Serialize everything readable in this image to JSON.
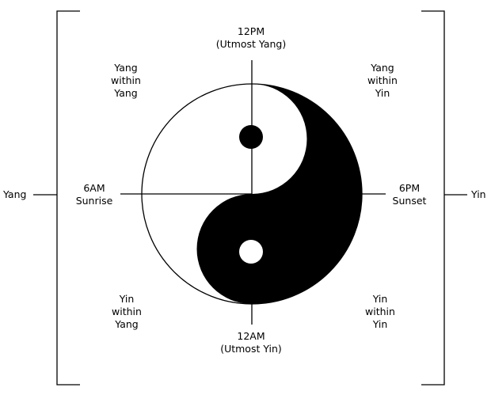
{
  "side_labels": {
    "left": "Yang",
    "right": "Yin"
  },
  "cardinal": {
    "top": {
      "line1": "12PM",
      "line2": "(Utmost Yang)"
    },
    "bottom": {
      "line1": "12AM",
      "line2": "(Utmost Yin)"
    },
    "left": {
      "line1": "6AM",
      "line2": "Sunrise"
    },
    "right": {
      "line1": "6PM",
      "line2": "Sunset"
    }
  },
  "quadrants": {
    "top_left": {
      "line1": "Yang",
      "line2": "within",
      "line3": "Yang"
    },
    "top_right": {
      "line1": "Yang",
      "line2": "within",
      "line3": "Yin"
    },
    "bottom_left": {
      "line1": "Yin",
      "line2": "within",
      "line3": "Yang"
    },
    "bottom_right": {
      "line1": "Yin",
      "line2": "within",
      "line3": "Yin"
    }
  },
  "colors": {
    "ink": "#000000",
    "paper": "#ffffff"
  },
  "icons": [
    "yin-yang-symbol",
    "left-bracket",
    "right-bracket"
  ]
}
